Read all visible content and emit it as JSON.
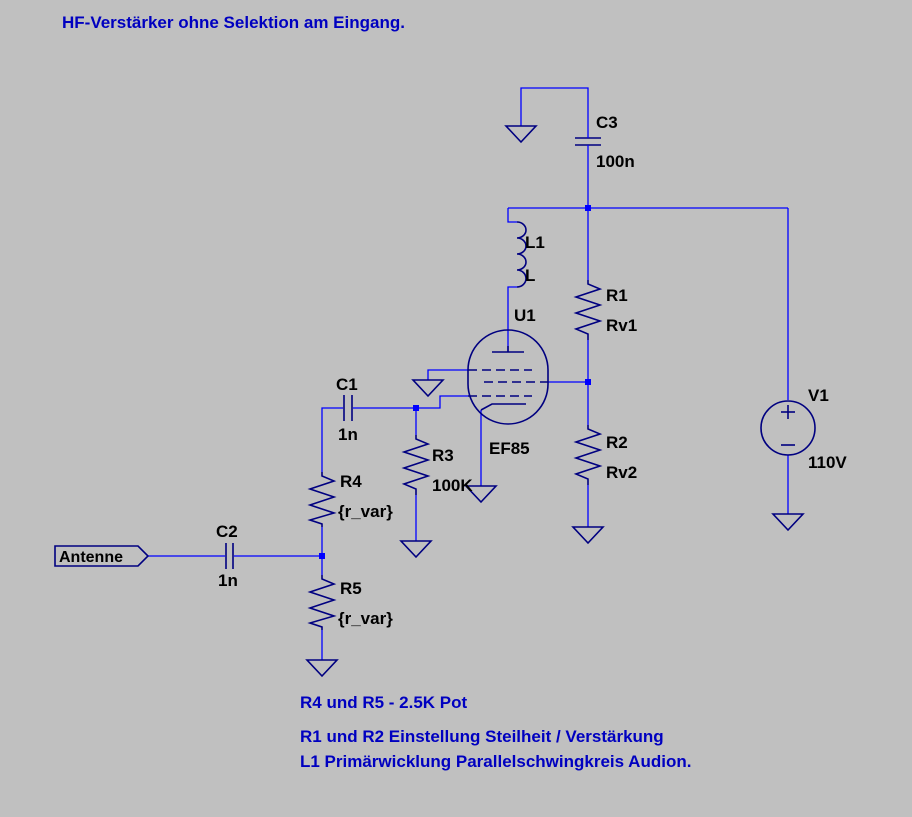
{
  "title": "HF-Verstärker ohne Selektion am Eingang.",
  "port": {
    "label": "Antenne"
  },
  "components": {
    "c1": {
      "ref": "C1",
      "value": "1n"
    },
    "c2": {
      "ref": "C2",
      "value": "1n"
    },
    "c3": {
      "ref": "C3",
      "value": "100n"
    },
    "l1": {
      "ref": "L1",
      "value": "L"
    },
    "r1": {
      "ref": "R1",
      "value": "Rv1"
    },
    "r2": {
      "ref": "R2",
      "value": "Rv2"
    },
    "r3": {
      "ref": "R3",
      "value": "100K"
    },
    "r4": {
      "ref": "R4",
      "value": "{r_var}"
    },
    "r5": {
      "ref": "R5",
      "value": "{r_var}"
    },
    "u1": {
      "ref": "U1",
      "value": "EF85"
    },
    "v1": {
      "ref": "V1",
      "value": "110V"
    }
  },
  "notes": [
    "R4 und R5 - 2.5K Pot",
    "R1 und R2 Einstellung Steilheit / Verstärkung",
    "L1 Primärwicklung Parallelschwingkreis Audion."
  ],
  "colors": {
    "background": "#c0c0c0",
    "wire": "#0000ff",
    "component": "#000080",
    "note": "#0000c0"
  }
}
